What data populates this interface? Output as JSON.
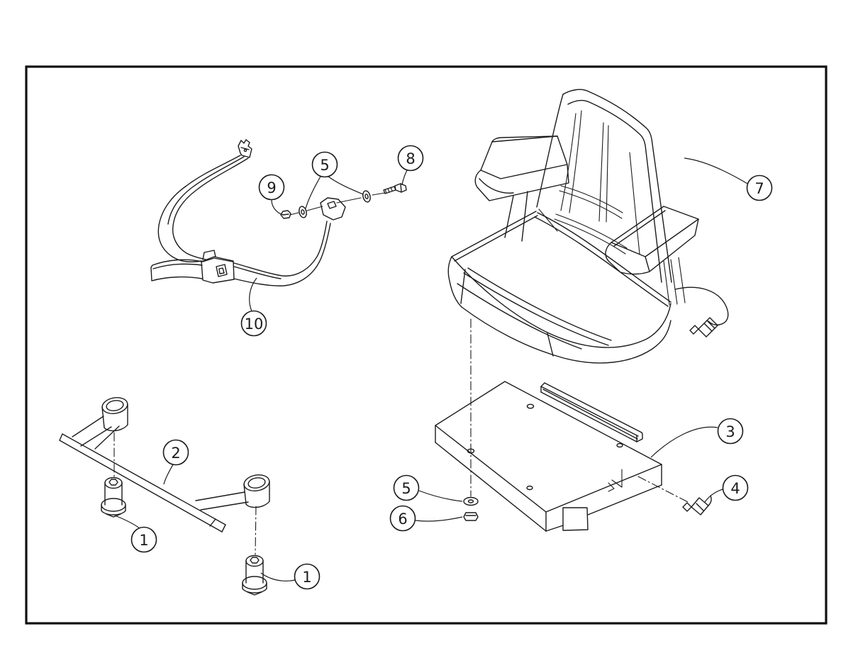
{
  "document": {
    "kind": "exploded-parts-diagram",
    "colors": {
      "line": "#1b1b1b",
      "background": "#ffffff"
    }
  },
  "callouts": [
    {
      "part": "anchor-nut",
      "label": "9"
    },
    {
      "part": "anchor-washers",
      "label": "5"
    },
    {
      "part": "anchor-bolt",
      "label": "8"
    },
    {
      "part": "seat-belt",
      "label": "10"
    },
    {
      "part": "seat",
      "label": "7"
    },
    {
      "part": "front-mount-bar",
      "label": "2"
    },
    {
      "part": "mount-pin-left",
      "label": "1"
    },
    {
      "part": "mount-pin-right",
      "label": "1"
    },
    {
      "part": "seat-base-plate",
      "label": "3"
    },
    {
      "part": "harness-connector",
      "label": "4"
    },
    {
      "part": "mount-washer",
      "label": "5"
    },
    {
      "part": "mount-nut",
      "label": "6"
    }
  ]
}
